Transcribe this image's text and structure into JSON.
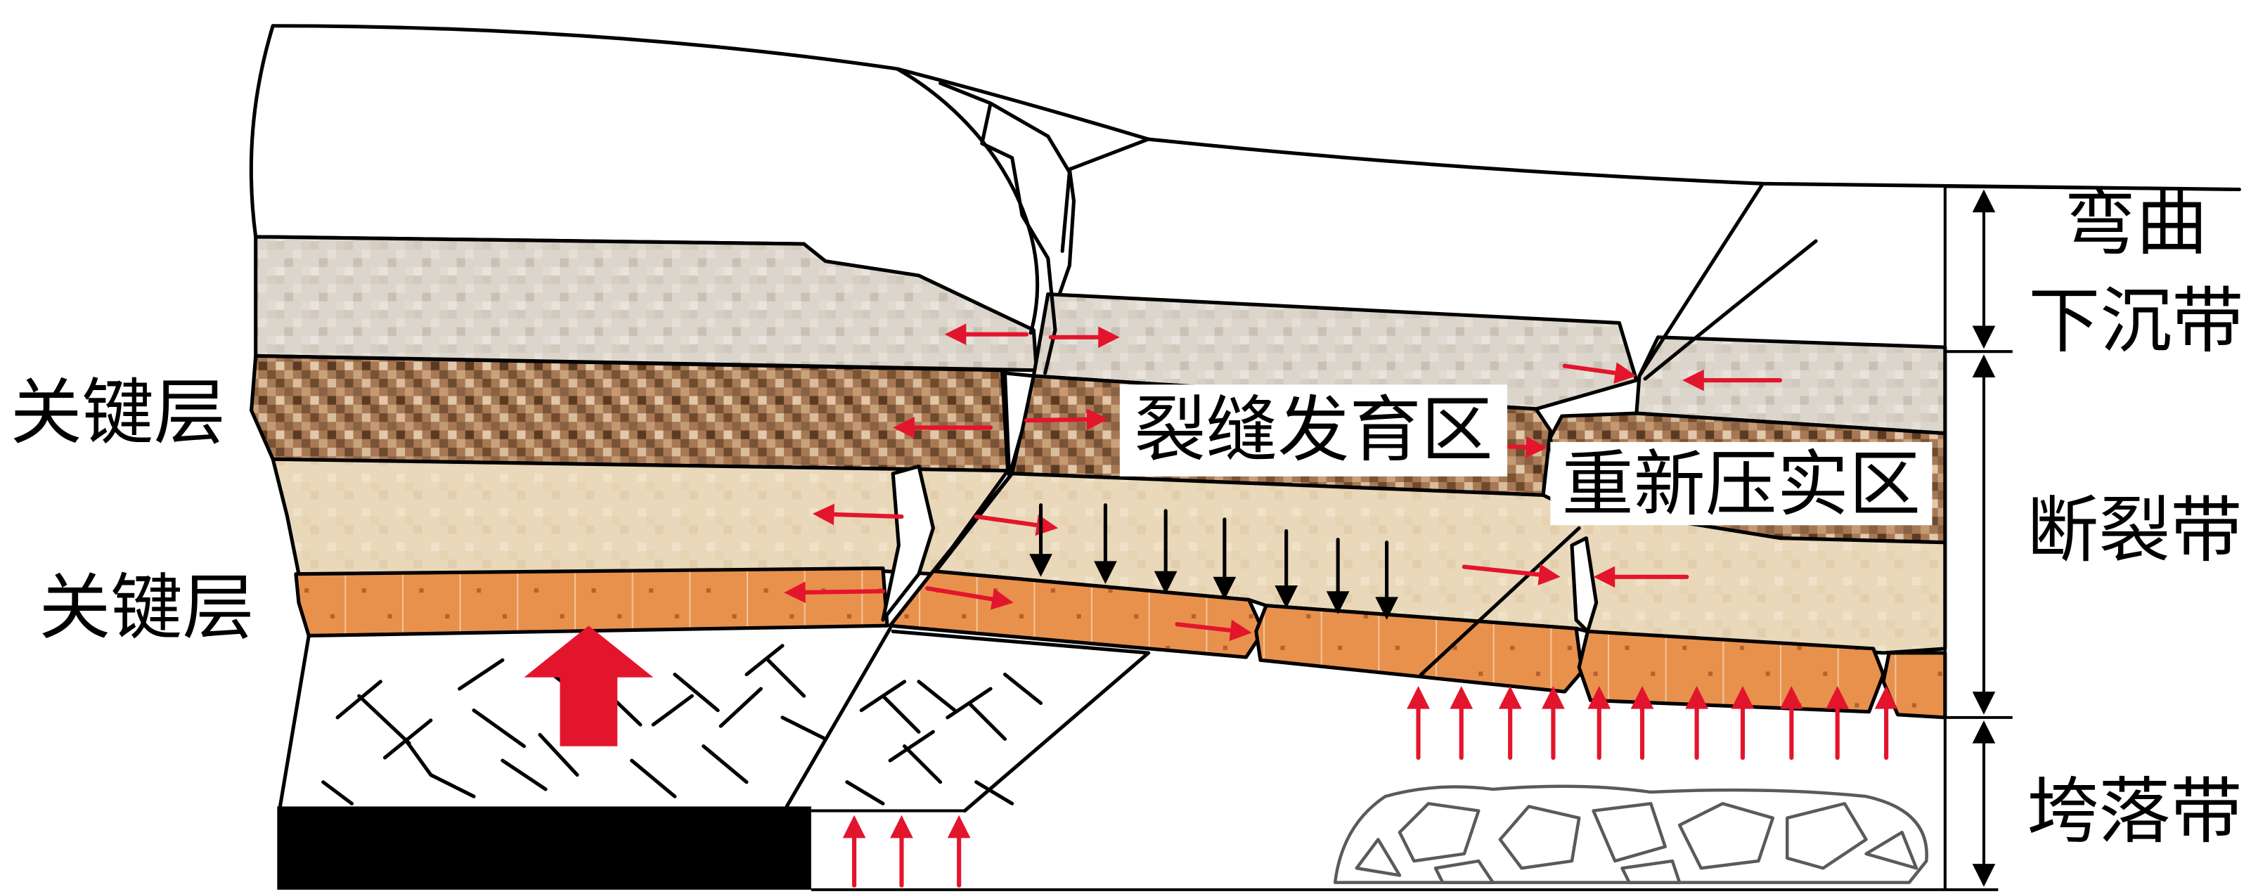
{
  "zones": {
    "bending_subsidence": {
      "line1": "弯曲",
      "line2": "下沉带"
    },
    "fractured": {
      "label": "断裂带"
    },
    "caved": {
      "label": "垮落带"
    }
  },
  "key_strata": {
    "upper": "关键层",
    "lower": "关键层"
  },
  "regions": {
    "crack_development": "裂缝发育区",
    "recompaction": "重新压实区"
  },
  "colors": {
    "stress_arrow": "#e3152d",
    "settle_arrow": "#000000",
    "key_stratum_orange": "#e8914d",
    "key_stratum_brown": "#a67853",
    "stratum_gray": "#dcd5cb",
    "stratum_beige": "#e9d8b9"
  }
}
